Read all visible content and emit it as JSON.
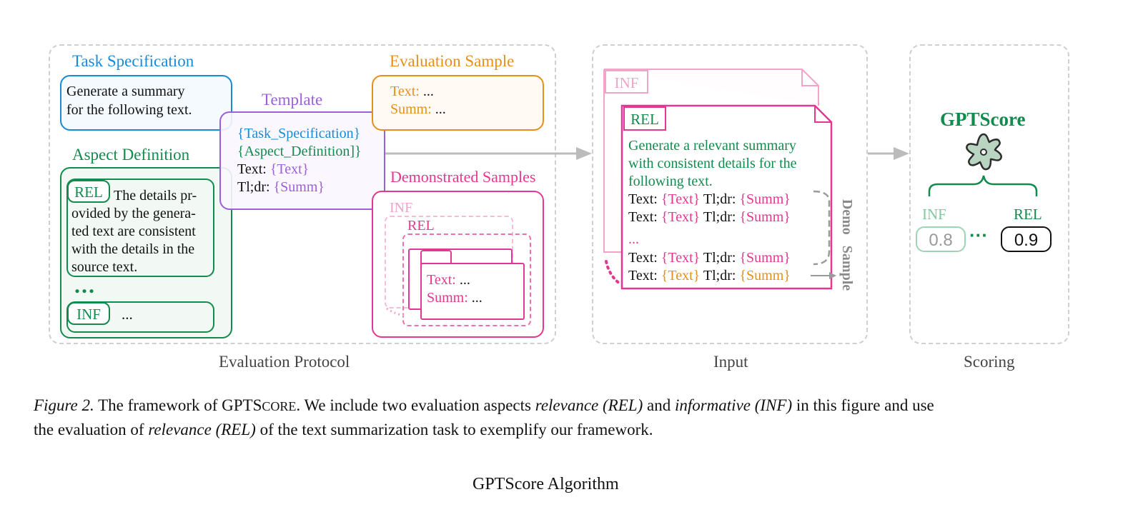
{
  "protocol": {
    "task_spec": {
      "title": "Task Specification",
      "line1": "Generate a summary",
      "line2": "for the following text."
    },
    "template": {
      "title": "Template",
      "l1": "{Task_Specification}",
      "l2": "{Aspect_Definition]}",
      "l3a": "Text: ",
      "l3b": "{Text}",
      "l4a": "Tl;dr: ",
      "l4b": "{Summ}"
    },
    "eval_sample": {
      "title": "Evaluation Sample",
      "l1a": "Text:",
      "l1b": " ...",
      "l2a": "Summ:",
      "l2b": " ..."
    },
    "aspect": {
      "title": "Aspect Definition",
      "rel_tag": "REL",
      "l1": "The details pr-",
      "l2": "ovided by the genera-",
      "l3": "ted text are consistent",
      "l4": "with the details in the",
      "l5": "source text.",
      "dots": "...",
      "inf_tag": "INF",
      "inf_dots": "..."
    },
    "demo": {
      "title": "Demonstrated Samples",
      "inf": "INF",
      "rel": "REL",
      "l1a": "Text:",
      "l1b": " ...",
      "l2a": "Summ:",
      "l2b": " ..."
    },
    "label": "Evaluation Protocol"
  },
  "input": {
    "inf_tag": "INF",
    "rel_tag": "REL",
    "g1": "Generate a relevant summary",
    "g2": "with consistent details for the",
    "g3": "following text.",
    "row_text": "Text: ",
    "row_text_var": "{Text}",
    "row_tldr": " Tl;dr: ",
    "row_summ_var": "{Summ}",
    "ellipsis": "...",
    "side_label": "Demo   Sample",
    "label": "Input"
  },
  "scoring": {
    "title": "GPTScore",
    "inf": "INF",
    "rel": "REL",
    "inf_score": "0.8",
    "rel_score": "0.9",
    "dots": "···",
    "label": "Scoring"
  },
  "caption": {
    "fig": "Figure 2.",
    "t1": " The framework of GPTS",
    "sc": "CORE",
    "t2": ". We include two evaluation aspects ",
    "rel": "relevance (REL)",
    "t3": " and ",
    "inf": "informative (INF)",
    "t4": " in this figure and use",
    "l2a": "the evaluation of ",
    "l2rel": "relevance (REL)",
    "l2b": " of the text summarization task to exemplify our framework."
  },
  "algorithm_title": "GPTScore Algorithm",
  "colors": {
    "blue": "#1a8ad4",
    "green": "#138a4e",
    "purple": "#9c5fd8",
    "orange": "#e5901b",
    "pink": "#e33891",
    "gray": "#cfcfcf"
  }
}
